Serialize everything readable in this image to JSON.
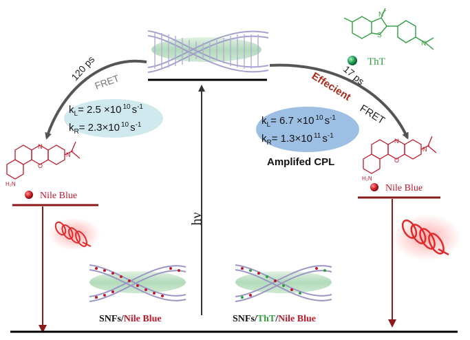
{
  "top_left": {
    "time": "120 ps",
    "fret": "FRET",
    "kl_prefix": "k",
    "kl_sub": "L",
    "kl_value": "= 2.5 ×10",
    "kl_exp": "10",
    "kl_unit": "s",
    "kl_unit_exp": "-1",
    "kr_prefix": "k",
    "kr_sub": "R",
    "kr_value": "= 2.3×10",
    "kr_exp": "10",
    "kr_unit": "s",
    "kr_unit_exp": "-1"
  },
  "top_right": {
    "time": "17 ps",
    "efficient": "Effecient",
    "fret": "FRET",
    "kl_prefix": "k",
    "kl_sub": "L",
    "kl_value": "= 6.7 ×10",
    "kl_exp": "10",
    "kl_unit": "s",
    "kl_unit_exp": "-1",
    "kr_prefix": "k",
    "kr_sub": "R",
    "kr_value": "= 1.3×10",
    "kr_exp": "11",
    "kr_unit": "s",
    "kr_unit_exp": "-1",
    "amplified": "Amplifed  CPL"
  },
  "tht": {
    "label": "ThT",
    "s_atom": "S",
    "n_atom": "N",
    "n_plus": "+",
    "n_dim": "N"
  },
  "left_nileblue": {
    "label": "Nile Blue",
    "amine": "H₂N",
    "n_atom": "N",
    "o_atom": "O",
    "n_plus": "N",
    "plus": "+"
  },
  "right_nileblue": {
    "label": "Nile Blue",
    "amine": "H₂N",
    "n_atom": "N",
    "o_atom": "O",
    "n_plus": "N",
    "plus": "+"
  },
  "excitation": {
    "label": "hν"
  },
  "bottom_left": {
    "part1": "SNFs/",
    "part2": "Nile Blue"
  },
  "bottom_right": {
    "part1": "SNFs/",
    "part2": "ThT",
    "part3": "/",
    "part4": "Nile Blue"
  },
  "colors": {
    "red": "#c0182a",
    "green": "#2e9e3e",
    "darkred": "#8b1a1a",
    "gray": "#555555",
    "ellipse_left": "#cfe9ee",
    "ellipse_right": "#9dbfe3"
  }
}
